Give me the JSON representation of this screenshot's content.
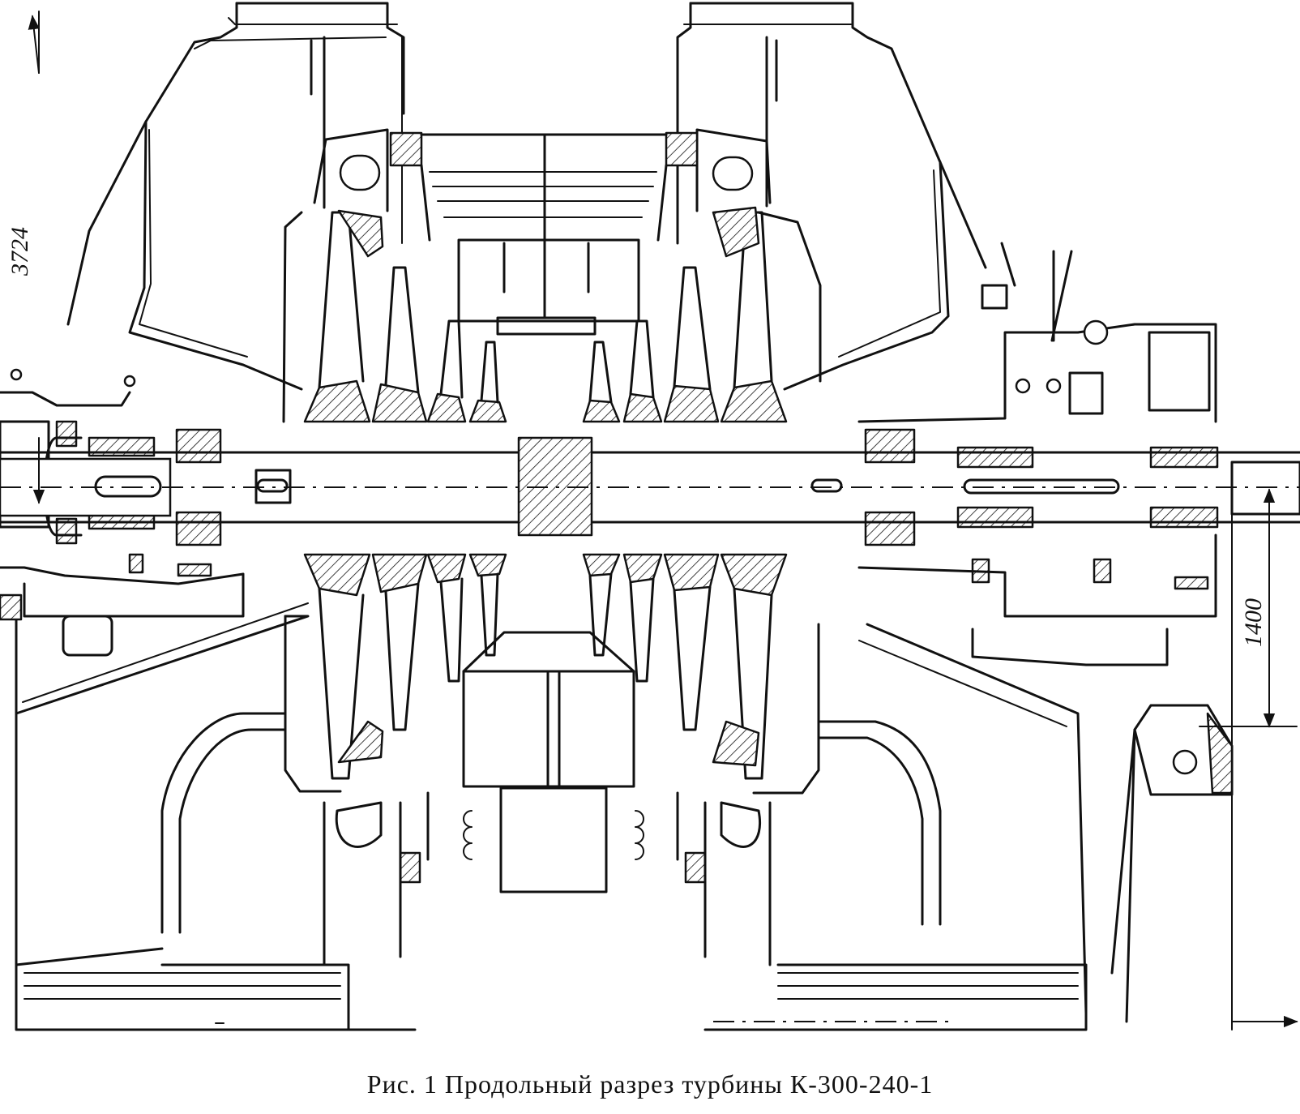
{
  "figure": {
    "caption": "Рис. 1 Продольный разрез турбины К-300-240-1"
  },
  "dimensions": {
    "overall_height": "3724",
    "axis_height": "1400"
  }
}
